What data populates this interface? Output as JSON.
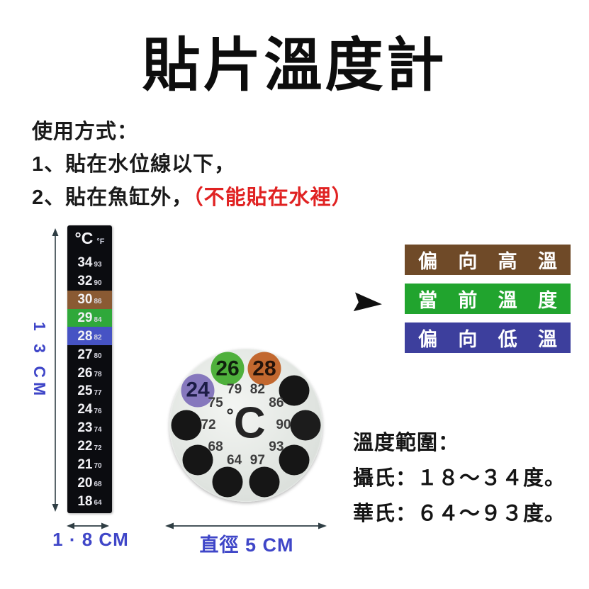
{
  "title": "貼片溫度計",
  "instructions": {
    "heading": "使用方式：",
    "step1": "1、貼在水位線以下，",
    "step2": "2、貼在魚缸外，",
    "step2_warning": "（不能貼在水裡）"
  },
  "strip": {
    "header_c": "°C",
    "header_f": "°F",
    "rows": [
      {
        "c": "34",
        "f": "93",
        "bg": ""
      },
      {
        "c": "32",
        "f": "90",
        "bg": ""
      },
      {
        "c": "30",
        "f": "86",
        "bg": "#8a5a33"
      },
      {
        "c": "29",
        "f": "84",
        "bg": "#2fa83a"
      },
      {
        "c": "28",
        "f": "82",
        "bg": "#4653c4"
      },
      {
        "c": "27",
        "f": "80",
        "bg": ""
      },
      {
        "c": "26",
        "f": "78",
        "bg": ""
      },
      {
        "c": "25",
        "f": "77",
        "bg": ""
      },
      {
        "c": "24",
        "f": "76",
        "bg": ""
      },
      {
        "c": "23",
        "f": "74",
        "bg": ""
      },
      {
        "c": "22",
        "f": "72",
        "bg": ""
      },
      {
        "c": "21",
        "f": "70",
        "bg": ""
      },
      {
        "c": "20",
        "f": "68",
        "bg": ""
      },
      {
        "c": "18",
        "f": "64",
        "bg": ""
      }
    ],
    "height_label": "1 3 CM",
    "width_label": "1 · 8 CM"
  },
  "disc": {
    "center_label_degree": "°",
    "center_label_c": "C",
    "diameter_label": "直徑 5 CM",
    "positions": [
      {
        "angle": -54,
        "f": "75",
        "c": "24",
        "dot_color": "#8678bd",
        "text_color": "#1c1c46"
      },
      {
        "angle": -18,
        "f": "79",
        "c": "26",
        "dot_color": "#4fb03c",
        "text_color": "#10200e"
      },
      {
        "angle": 18,
        "f": "82",
        "c": "28",
        "dot_color": "#c2682f",
        "text_color": "#24130a"
      },
      {
        "angle": 54,
        "f": "86",
        "c": "",
        "dot_color": "#161616",
        "text_color": ""
      },
      {
        "angle": 90,
        "f": "90",
        "c": "",
        "dot_color": "#1c1c1c",
        "text_color": ""
      },
      {
        "angle": 126,
        "f": "93",
        "c": "",
        "dot_color": "#161616",
        "text_color": ""
      },
      {
        "angle": 162,
        "f": "97",
        "c": "",
        "dot_color": "#161616",
        "text_color": ""
      },
      {
        "angle": 198,
        "f": "64",
        "c": "",
        "dot_color": "#161616",
        "text_color": ""
      },
      {
        "angle": 234,
        "f": "68",
        "c": "",
        "dot_color": "#161616",
        "text_color": ""
      },
      {
        "angle": 270,
        "f": "72",
        "c": "",
        "dot_color": "#161616",
        "text_color": ""
      }
    ]
  },
  "legend": {
    "bars": [
      {
        "label": "偏向高溫",
        "bg": "#6f4a28"
      },
      {
        "label": "當前溫度",
        "bg": "#21a42e"
      },
      {
        "label": "偏向低溫",
        "bg": "#3d3f9d"
      }
    ],
    "pointer_icon": "black-right-triangle"
  },
  "range": {
    "heading": "溫度範圍：",
    "celsius": "攝氏：１８～３４度。",
    "fahrenheit": "華氏：６４～９３度。"
  },
  "colors": {
    "accent_blue": "#3f46c8",
    "warning_red": "#e02222",
    "arrow_dark": "#2f3e44",
    "strip_bg": "#0b0c10"
  }
}
